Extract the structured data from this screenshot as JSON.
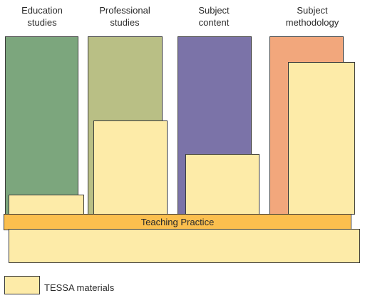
{
  "columns": [
    {
      "line1": "Education",
      "line2": "studies",
      "color": "#7ca67d"
    },
    {
      "line1": "Professional",
      "line2": "studies",
      "color": "#b9bf85"
    },
    {
      "line1": "Subject",
      "line2": "content",
      "color": "#7b73a8"
    },
    {
      "line1": "Subject",
      "line2": "methodology",
      "color": "#f2a77c"
    }
  ],
  "teaching_practice": {
    "label": "Teaching Practice",
    "color": "#fbbf4e"
  },
  "legend": {
    "label": "TESSA materials",
    "color": "#fdeba8"
  }
}
